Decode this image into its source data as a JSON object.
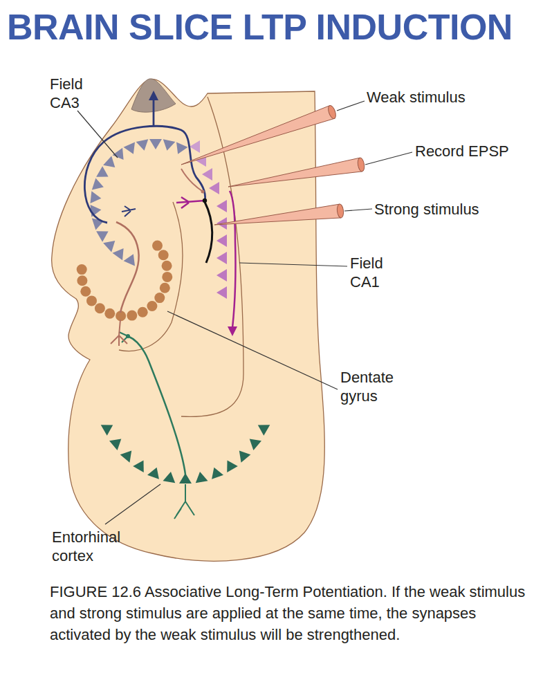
{
  "diagram": {
    "title": "BRAIN SLICE LTP INDUCTION",
    "caption": "FIGURE 12.6 Associative Long-Term Potentiation. If the weak stimulus and strong stimulus are applied at the same time, the synapses activated by the weak stimulus will be strengthened.",
    "labels": [
      "Field CA3",
      "Weak stimulus",
      "Record EPSP",
      "Strong stimulus",
      "Field CA1",
      "Dentate gyrus",
      "Entorhinal cortex"
    ]
  }
}
